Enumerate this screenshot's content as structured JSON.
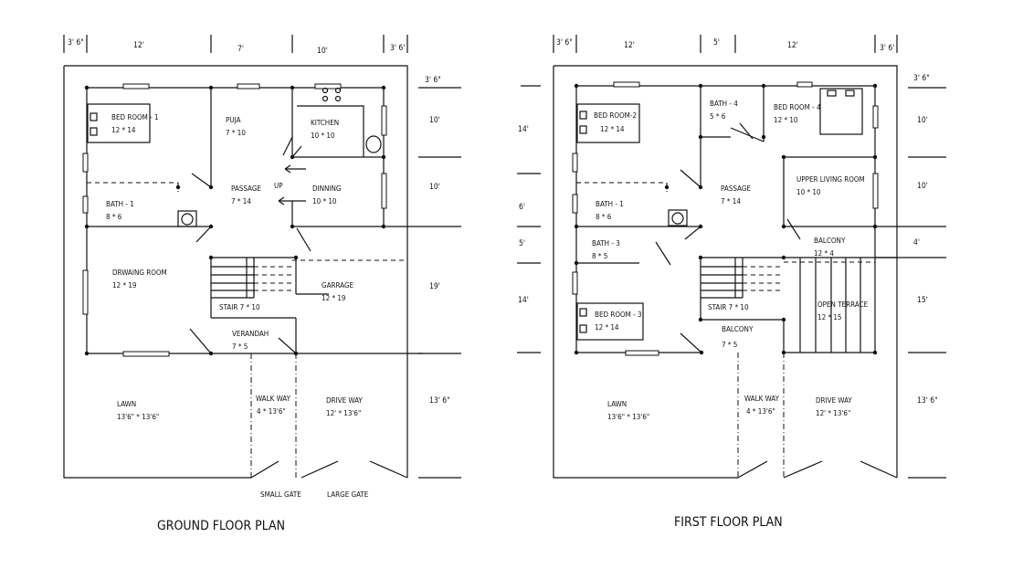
{
  "ground_floor": {
    "title": "GROUND FLOOR PLAN",
    "top_dims": [
      "3' 6\"",
      "12'",
      "7'",
      "10'",
      "3' 6'"
    ],
    "side_dims": [
      "3' 6\"",
      "10'",
      "10'",
      "19'",
      "13' 6\""
    ],
    "rooms": {
      "bed1": {
        "name": "BED ROOM - 1",
        "size": "12 * 14"
      },
      "puja": {
        "name": "PUJA",
        "size": "7 * 10"
      },
      "kitchen": {
        "name": "KITCHEN",
        "size": "10 * 10"
      },
      "passage": {
        "name": "PASSAGE",
        "size": "7 * 14"
      },
      "up": "UP",
      "dinning": {
        "name": "DINNING",
        "size": "10 * 10"
      },
      "bath1": {
        "name": "BATH - 1",
        "size": "8 * 6"
      },
      "drawing": {
        "name": "DRWAING ROOM",
        "size": "12 * 19"
      },
      "garrage": {
        "name": "GARRAGE",
        "size": "12 * 19"
      },
      "stair": "STAIR  7 * 10",
      "verandah": {
        "name": "VERANDAH",
        "size": "7 * 5"
      },
      "lawn": {
        "name": "LAWN",
        "size": "13'6\" * 13'6\""
      },
      "walkway": {
        "name": "WALK WAY",
        "size": "4 * 13'6\""
      },
      "driveway": {
        "name": "DRIVE WAY",
        "size": "12' * 13'6\""
      }
    },
    "small_gate": "SMALL GATE",
    "large_gate": "LARGE GATE"
  },
  "first_floor": {
    "title": "FIRST FLOOR PLAN",
    "top_dims": [
      "3' 6\"",
      "12'",
      "5'",
      "12'",
      "3' 6'"
    ],
    "left_dims": [
      "14'",
      "6'",
      "5'",
      "14'"
    ],
    "right_dims": [
      "3' 6\"",
      "10'",
      "10'",
      "4'",
      "15'",
      "13' 6\""
    ],
    "rooms": {
      "bed2": {
        "name": "BED ROOM-2",
        "size": "12 * 14"
      },
      "bath4": {
        "name": "BATH - 4",
        "size": "5 * 6"
      },
      "bed4": {
        "name": "BED ROOM - 4",
        "size": "12 * 10"
      },
      "passage": {
        "name": "PASSAGE",
        "size": "7 * 14"
      },
      "upper_living": {
        "name": "UPPER LIVING ROOM",
        "size": "10 * 10"
      },
      "bath1": {
        "name": "BATH - 1",
        "size": "8 * 6"
      },
      "bath3": {
        "name": "BATH - 3",
        "size": "8 * 5"
      },
      "balcony_top": {
        "name": "BALCONY",
        "size": "12 * 4"
      },
      "stair": "STAIR  7 * 10",
      "open_terrace": {
        "name": "OPEN TERRACE",
        "size": "12 * 15"
      },
      "bed3": {
        "name": "BED ROOM - 3",
        "size": "12 * 14"
      },
      "balcony_low": {
        "name": "BALCONY",
        "size": "7 * 5"
      },
      "lawn": {
        "name": "LAWN",
        "size": "13'6\" * 13'6\""
      },
      "walkway": {
        "name": "WALK WAY",
        "size": "4 * 13'6\""
      },
      "driveway": {
        "name": "DRIVE WAY",
        "size": "12' * 13'6\""
      }
    }
  }
}
